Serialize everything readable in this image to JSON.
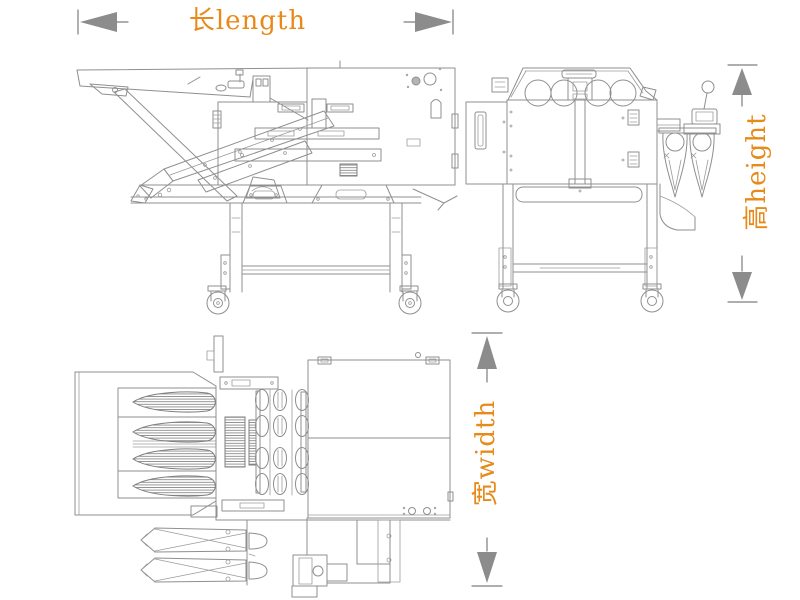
{
  "colors": {
    "background": "#ffffff",
    "drawing_line": "#8f8f8f",
    "dimension_arrow": "#8c8c8c",
    "label_orange": "#e78a1a"
  },
  "annotations": {
    "length": {
      "label": "长length"
    },
    "height": {
      "label": "高height"
    },
    "width": {
      "label": "宽width"
    }
  }
}
